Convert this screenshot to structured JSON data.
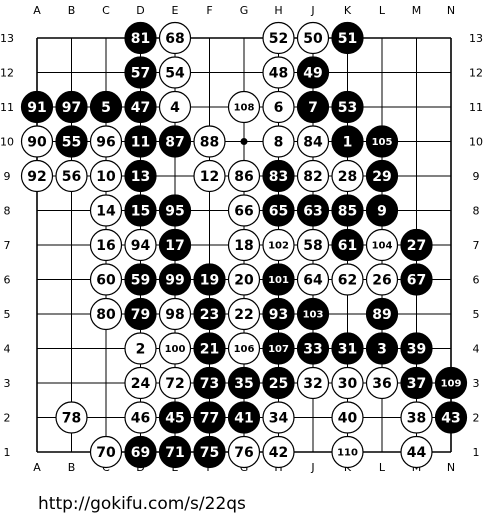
{
  "board": {
    "size": 13,
    "columns": [
      "A",
      "B",
      "C",
      "D",
      "E",
      "F",
      "G",
      "H",
      "J",
      "K",
      "L",
      "M",
      "N"
    ],
    "rows": [
      "13",
      "12",
      "11",
      "10",
      "9",
      "8",
      "7",
      "6",
      "5",
      "4",
      "3",
      "2",
      "1"
    ],
    "stones": [
      {
        "col": "D",
        "row": 13,
        "color": "black",
        "n": "81"
      },
      {
        "col": "E",
        "row": 13,
        "color": "white",
        "n": "68"
      },
      {
        "col": "H",
        "row": 13,
        "color": "white",
        "n": "52"
      },
      {
        "col": "J",
        "row": 13,
        "color": "white",
        "n": "50"
      },
      {
        "col": "K",
        "row": 13,
        "color": "black",
        "n": "51"
      },
      {
        "col": "D",
        "row": 12,
        "color": "black",
        "n": "57"
      },
      {
        "col": "E",
        "row": 12,
        "color": "white",
        "n": "54"
      },
      {
        "col": "H",
        "row": 12,
        "color": "white",
        "n": "48"
      },
      {
        "col": "J",
        "row": 12,
        "color": "black",
        "n": "49"
      },
      {
        "col": "A",
        "row": 11,
        "color": "black",
        "n": "91"
      },
      {
        "col": "B",
        "row": 11,
        "color": "black",
        "n": "97"
      },
      {
        "col": "C",
        "row": 11,
        "color": "black",
        "n": "5"
      },
      {
        "col": "D",
        "row": 11,
        "color": "black",
        "n": "47"
      },
      {
        "col": "E",
        "row": 11,
        "color": "white",
        "n": "4"
      },
      {
        "col": "G",
        "row": 11,
        "color": "white",
        "n": "108"
      },
      {
        "col": "H",
        "row": 11,
        "color": "white",
        "n": "6"
      },
      {
        "col": "J",
        "row": 11,
        "color": "black",
        "n": "7"
      },
      {
        "col": "K",
        "row": 11,
        "color": "black",
        "n": "53"
      },
      {
        "col": "A",
        "row": 10,
        "color": "white",
        "n": "90"
      },
      {
        "col": "B",
        "row": 10,
        "color": "black",
        "n": "55"
      },
      {
        "col": "C",
        "row": 10,
        "color": "white",
        "n": "96"
      },
      {
        "col": "D",
        "row": 10,
        "color": "black",
        "n": "11"
      },
      {
        "col": "E",
        "row": 10,
        "color": "black",
        "n": "87"
      },
      {
        "col": "F",
        "row": 10,
        "color": "white",
        "n": "88"
      },
      {
        "col": "H",
        "row": 10,
        "color": "white",
        "n": "8"
      },
      {
        "col": "J",
        "row": 10,
        "color": "white",
        "n": "84"
      },
      {
        "col": "K",
        "row": 10,
        "color": "black",
        "n": "1"
      },
      {
        "col": "L",
        "row": 10,
        "color": "black",
        "n": "105"
      },
      {
        "col": "A",
        "row": 9,
        "color": "white",
        "n": "92"
      },
      {
        "col": "B",
        "row": 9,
        "color": "white",
        "n": "56"
      },
      {
        "col": "C",
        "row": 9,
        "color": "white",
        "n": "10"
      },
      {
        "col": "D",
        "row": 9,
        "color": "black",
        "n": "13"
      },
      {
        "col": "F",
        "row": 9,
        "color": "white",
        "n": "12"
      },
      {
        "col": "G",
        "row": 9,
        "color": "white",
        "n": "86"
      },
      {
        "col": "H",
        "row": 9,
        "color": "black",
        "n": "83"
      },
      {
        "col": "J",
        "row": 9,
        "color": "white",
        "n": "82"
      },
      {
        "col": "K",
        "row": 9,
        "color": "white",
        "n": "28"
      },
      {
        "col": "L",
        "row": 9,
        "color": "black",
        "n": "29"
      },
      {
        "col": "C",
        "row": 8,
        "color": "white",
        "n": "14"
      },
      {
        "col": "D",
        "row": 8,
        "color": "black",
        "n": "15"
      },
      {
        "col": "E",
        "row": 8,
        "color": "black",
        "n": "95"
      },
      {
        "col": "G",
        "row": 8,
        "color": "white",
        "n": "66"
      },
      {
        "col": "H",
        "row": 8,
        "color": "black",
        "n": "65"
      },
      {
        "col": "J",
        "row": 8,
        "color": "black",
        "n": "63"
      },
      {
        "col": "K",
        "row": 8,
        "color": "black",
        "n": "85"
      },
      {
        "col": "L",
        "row": 8,
        "color": "black",
        "n": "9"
      },
      {
        "col": "C",
        "row": 7,
        "color": "white",
        "n": "16"
      },
      {
        "col": "D",
        "row": 7,
        "color": "white",
        "n": "94"
      },
      {
        "col": "E",
        "row": 7,
        "color": "black",
        "n": "17"
      },
      {
        "col": "G",
        "row": 7,
        "color": "white",
        "n": "18"
      },
      {
        "col": "H",
        "row": 7,
        "color": "white",
        "n": "102"
      },
      {
        "col": "J",
        "row": 7,
        "color": "white",
        "n": "58"
      },
      {
        "col": "K",
        "row": 7,
        "color": "black",
        "n": "61"
      },
      {
        "col": "L",
        "row": 7,
        "color": "white",
        "n": "104"
      },
      {
        "col": "M",
        "row": 7,
        "color": "black",
        "n": "27"
      },
      {
        "col": "C",
        "row": 6,
        "color": "white",
        "n": "60"
      },
      {
        "col": "D",
        "row": 6,
        "color": "black",
        "n": "59"
      },
      {
        "col": "E",
        "row": 6,
        "color": "black",
        "n": "99"
      },
      {
        "col": "F",
        "row": 6,
        "color": "black",
        "n": "19"
      },
      {
        "col": "G",
        "row": 6,
        "color": "white",
        "n": "20"
      },
      {
        "col": "H",
        "row": 6,
        "color": "black",
        "n": "101"
      },
      {
        "col": "J",
        "row": 6,
        "color": "white",
        "n": "64"
      },
      {
        "col": "K",
        "row": 6,
        "color": "white",
        "n": "62"
      },
      {
        "col": "L",
        "row": 6,
        "color": "white",
        "n": "26"
      },
      {
        "col": "M",
        "row": 6,
        "color": "black",
        "n": "67"
      },
      {
        "col": "C",
        "row": 5,
        "color": "white",
        "n": "80"
      },
      {
        "col": "D",
        "row": 5,
        "color": "black",
        "n": "79"
      },
      {
        "col": "E",
        "row": 5,
        "color": "white",
        "n": "98"
      },
      {
        "col": "F",
        "row": 5,
        "color": "black",
        "n": "23"
      },
      {
        "col": "G",
        "row": 5,
        "color": "white",
        "n": "22"
      },
      {
        "col": "H",
        "row": 5,
        "color": "black",
        "n": "93"
      },
      {
        "col": "J",
        "row": 5,
        "color": "black",
        "n": "103"
      },
      {
        "col": "L",
        "row": 5,
        "color": "black",
        "n": "89"
      },
      {
        "col": "D",
        "row": 4,
        "color": "white",
        "n": "2"
      },
      {
        "col": "E",
        "row": 4,
        "color": "white",
        "n": "100"
      },
      {
        "col": "F",
        "row": 4,
        "color": "black",
        "n": "21"
      },
      {
        "col": "G",
        "row": 4,
        "color": "white",
        "n": "106"
      },
      {
        "col": "H",
        "row": 4,
        "color": "black",
        "n": "107"
      },
      {
        "col": "J",
        "row": 4,
        "color": "black",
        "n": "33"
      },
      {
        "col": "K",
        "row": 4,
        "color": "black",
        "n": "31"
      },
      {
        "col": "L",
        "row": 4,
        "color": "black",
        "n": "3"
      },
      {
        "col": "M",
        "row": 4,
        "color": "black",
        "n": "39"
      },
      {
        "col": "D",
        "row": 3,
        "color": "white",
        "n": "24"
      },
      {
        "col": "E",
        "row": 3,
        "color": "white",
        "n": "72"
      },
      {
        "col": "F",
        "row": 3,
        "color": "black",
        "n": "73"
      },
      {
        "col": "G",
        "row": 3,
        "color": "black",
        "n": "35"
      },
      {
        "col": "H",
        "row": 3,
        "color": "black",
        "n": "25"
      },
      {
        "col": "J",
        "row": 3,
        "color": "white",
        "n": "32"
      },
      {
        "col": "K",
        "row": 3,
        "color": "white",
        "n": "30"
      },
      {
        "col": "L",
        "row": 3,
        "color": "white",
        "n": "36"
      },
      {
        "col": "M",
        "row": 3,
        "color": "black",
        "n": "37"
      },
      {
        "col": "N",
        "row": 3,
        "color": "black",
        "n": "109"
      },
      {
        "col": "B",
        "row": 2,
        "color": "white",
        "n": "78"
      },
      {
        "col": "D",
        "row": 2,
        "color": "white",
        "n": "46"
      },
      {
        "col": "E",
        "row": 2,
        "color": "black",
        "n": "45"
      },
      {
        "col": "F",
        "row": 2,
        "color": "black",
        "n": "77"
      },
      {
        "col": "G",
        "row": 2,
        "color": "black",
        "n": "41"
      },
      {
        "col": "H",
        "row": 2,
        "color": "white",
        "n": "34"
      },
      {
        "col": "K",
        "row": 2,
        "color": "white",
        "n": "40"
      },
      {
        "col": "M",
        "row": 2,
        "color": "white",
        "n": "38"
      },
      {
        "col": "N",
        "row": 2,
        "color": "black",
        "n": "43"
      },
      {
        "col": "C",
        "row": 1,
        "color": "white",
        "n": "70"
      },
      {
        "col": "D",
        "row": 1,
        "color": "black",
        "n": "69"
      },
      {
        "col": "E",
        "row": 1,
        "color": "black",
        "n": "71"
      },
      {
        "col": "F",
        "row": 1,
        "color": "black",
        "n": "75"
      },
      {
        "col": "G",
        "row": 1,
        "color": "white",
        "n": "76"
      },
      {
        "col": "H",
        "row": 1,
        "color": "white",
        "n": "42"
      },
      {
        "col": "K",
        "row": 1,
        "color": "white",
        "n": "110"
      },
      {
        "col": "M",
        "row": 1,
        "color": "white",
        "n": "44"
      }
    ],
    "star_points": [
      {
        "col": "G",
        "row": 10
      }
    ]
  },
  "footer": {
    "source_url": "http://gokifu.com/s/22qs"
  }
}
